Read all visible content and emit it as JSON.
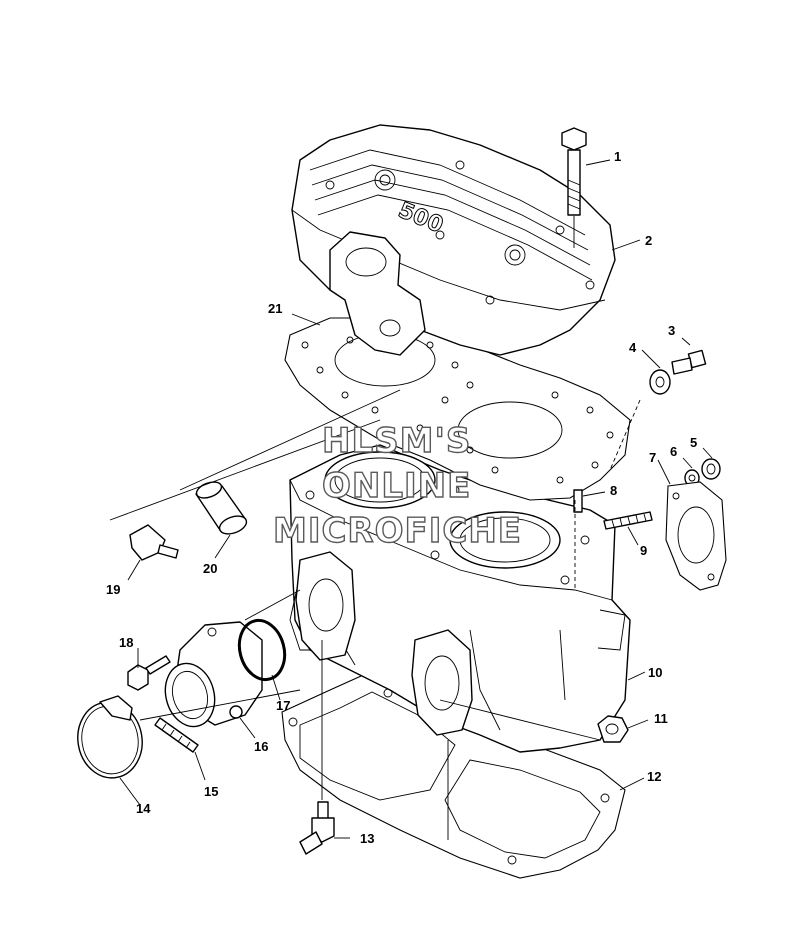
{
  "watermark": {
    "line1": "HLSM'S",
    "line2": "ONLINE",
    "line3": "MICROFICHE"
  },
  "head_casting_text": "500",
  "callouts": [
    "1",
    "2",
    "3",
    "4",
    "5",
    "6",
    "7",
    "8",
    "9",
    "10",
    "11",
    "12",
    "13",
    "14",
    "15",
    "16",
    "17",
    "18",
    "19",
    "20",
    "21"
  ]
}
